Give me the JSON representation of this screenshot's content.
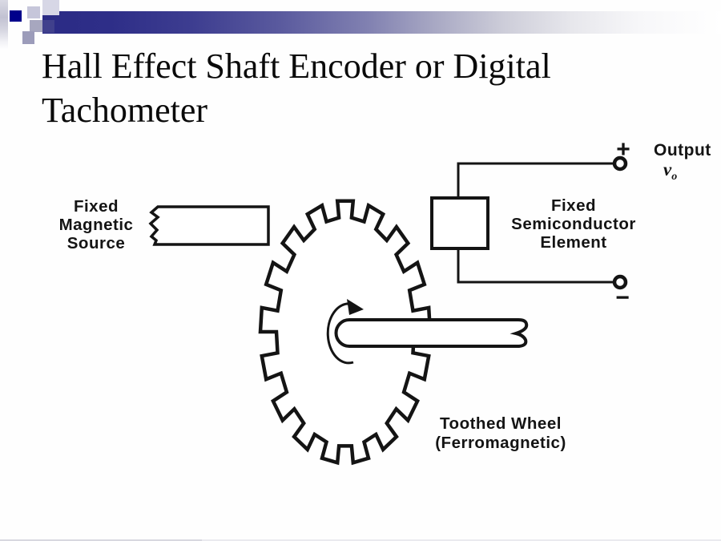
{
  "slide": {
    "title": {
      "line1": "Hall Effect Shaft Encoder or Digital",
      "line2": "Tachometer"
    }
  },
  "diagram": {
    "magnet_label": {
      "line1": "Fixed",
      "line2": "Magnetic",
      "line3": "Source"
    },
    "semiconductor_label": {
      "line1": "Fixed",
      "line2": "Semiconductor",
      "line3": "Element"
    },
    "wheel_label": {
      "line1": "Toothed Wheel",
      "line2": "(Ferromagnetic)"
    },
    "output": {
      "plus": "+",
      "minus": "−",
      "label": "Output",
      "voltage_symbol": "v",
      "voltage_subscript": "o"
    }
  },
  "colors": {
    "accent_navy": "#00008b",
    "bar_dark": "#2b2b85",
    "ink": "#141414"
  }
}
